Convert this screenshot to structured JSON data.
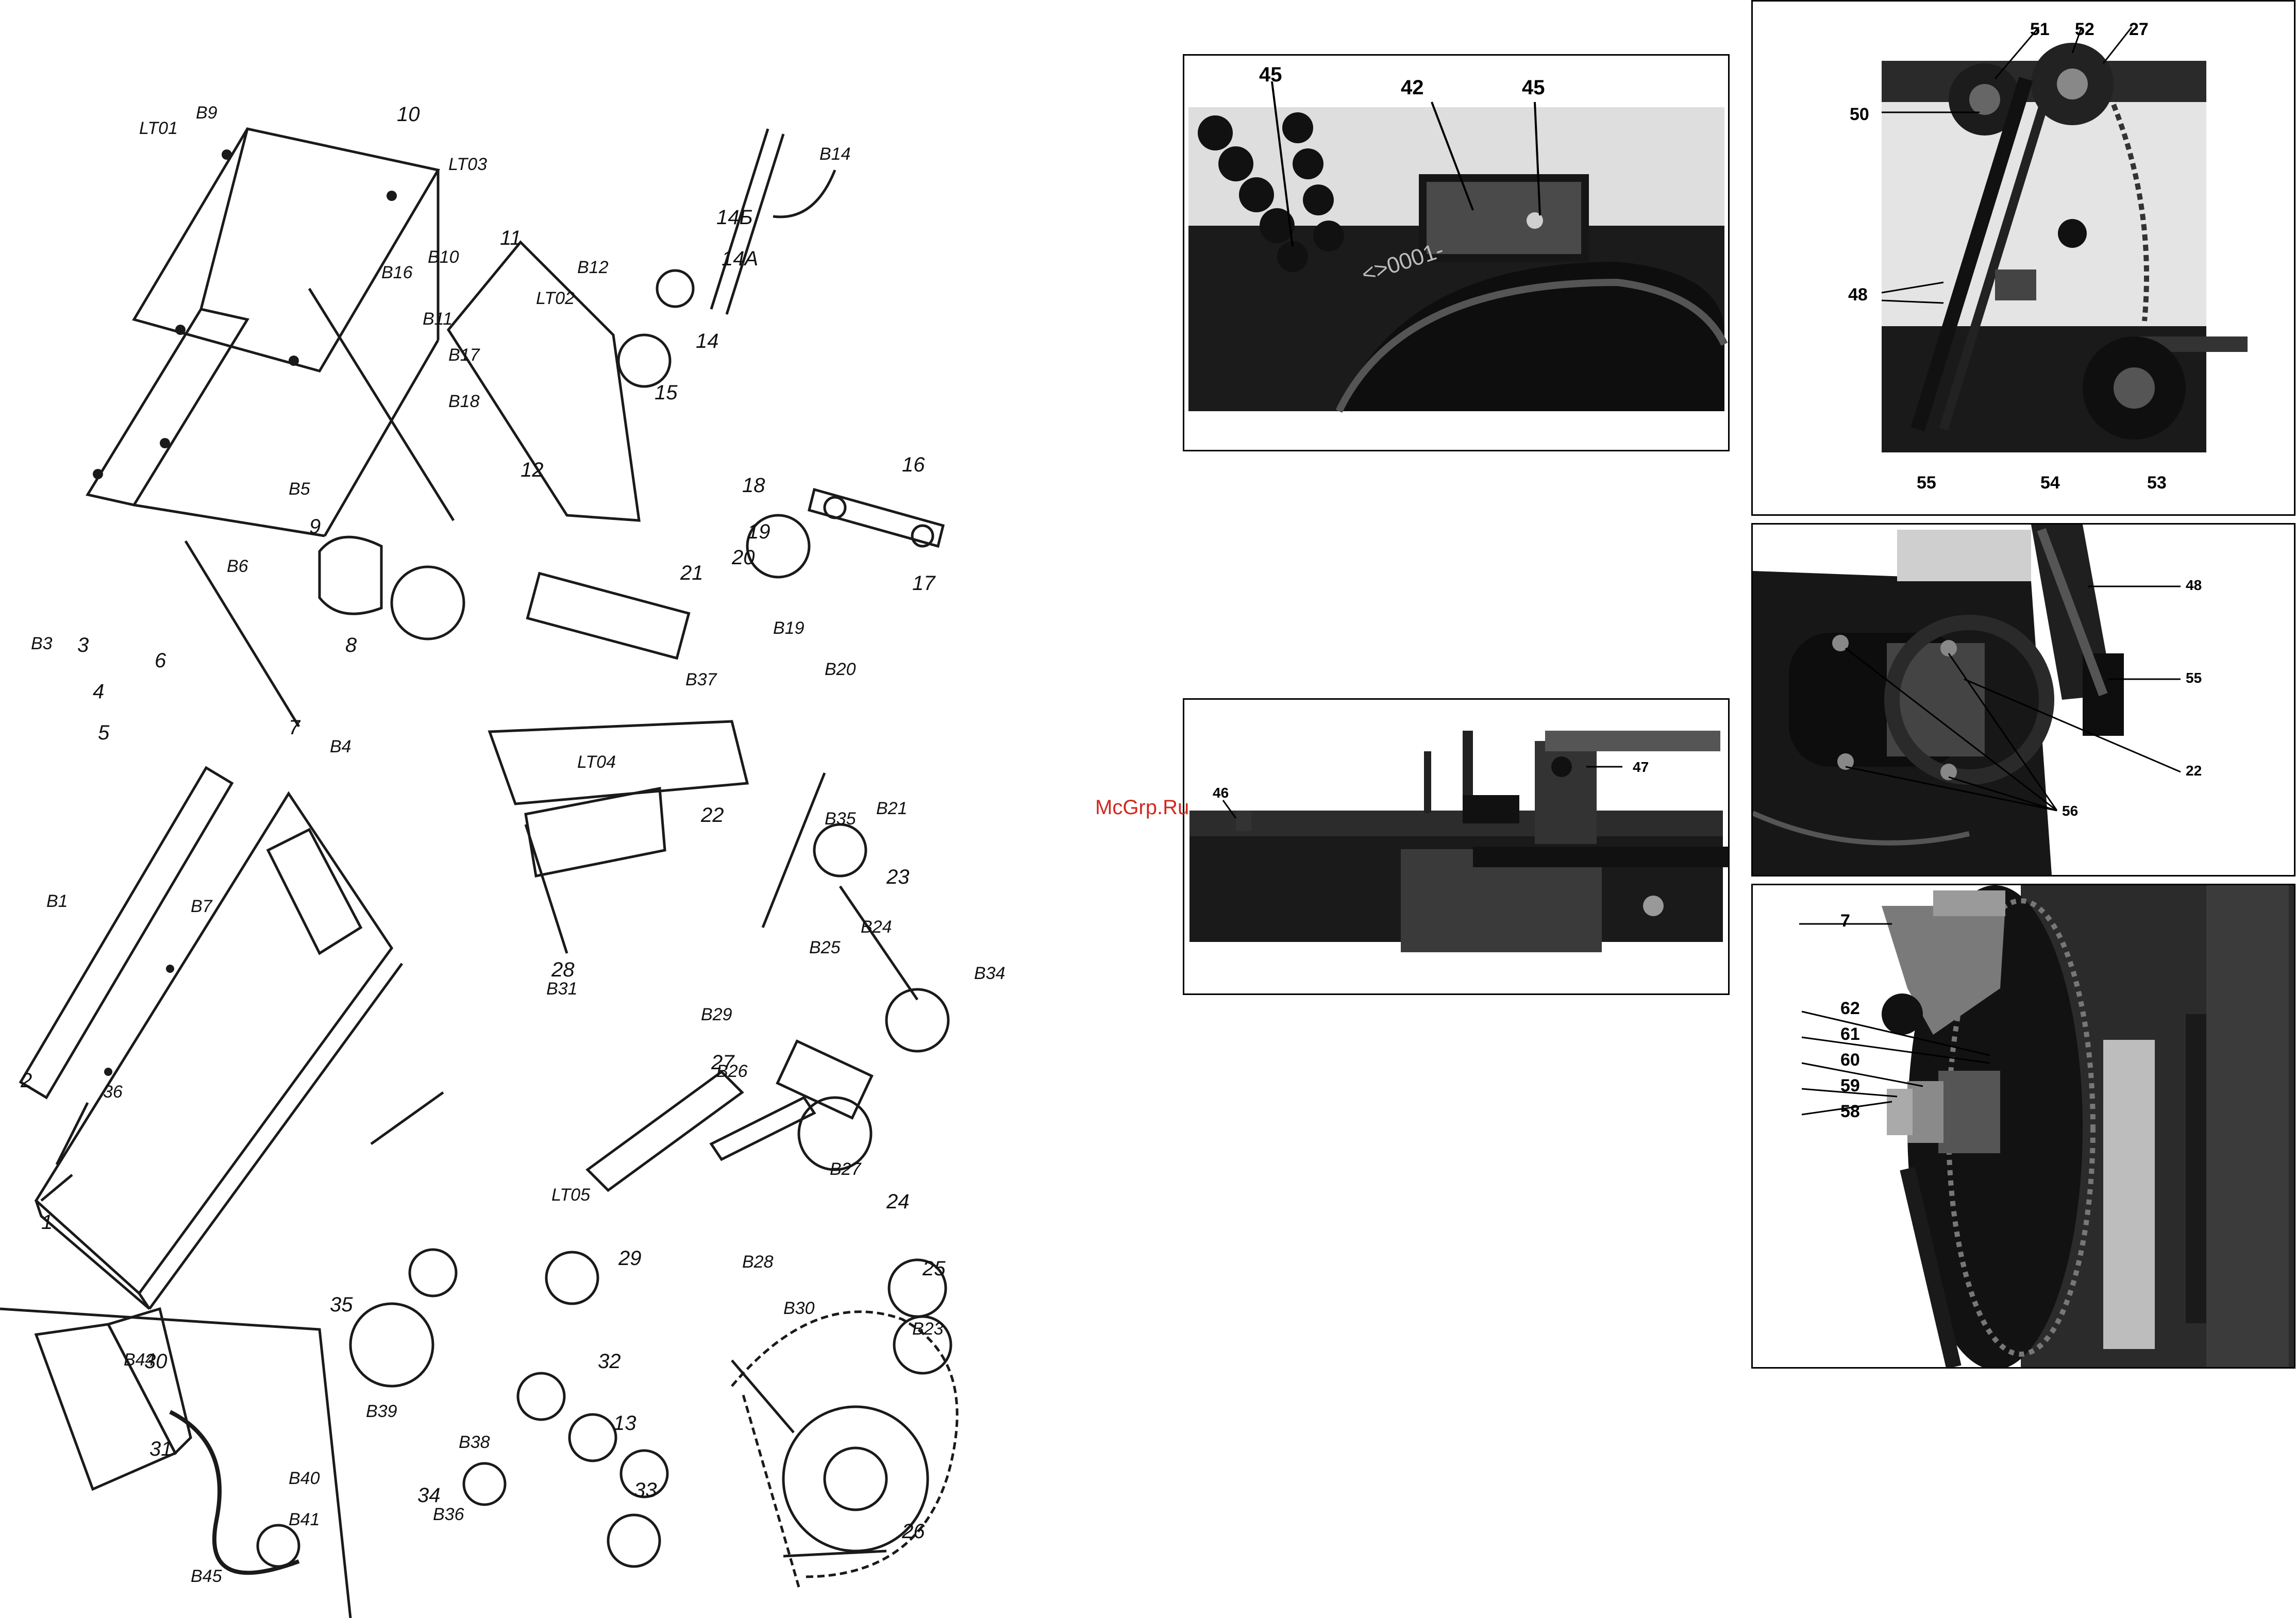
{
  "watermark": "McGrp.Ru",
  "diagram": {
    "labels": [
      "1",
      "2",
      "3",
      "4",
      "5",
      "6",
      "7",
      "8",
      "9",
      "10",
      "11",
      "12",
      "13",
      "14",
      "14A",
      "14Б",
      "15",
      "16",
      "17",
      "18",
      "19",
      "20",
      "21",
      "22",
      "23",
      "24",
      "25",
      "26",
      "27",
      "28",
      "29",
      "30",
      "31",
      "32",
      "33",
      "34",
      "35",
      "36",
      "B1",
      "B3",
      "B4",
      "B5",
      "B6",
      "B7",
      "B9",
      "B10",
      "B11",
      "B12",
      "B14",
      "B16",
      "B17",
      "B18",
      "B19",
      "B20",
      "B21",
      "B23",
      "B24",
      "B25",
      "B26",
      "B27",
      "B28",
      "B29",
      "B30",
      "B31",
      "B34",
      "B35",
      "B36",
      "B37",
      "B38",
      "B39",
      "B40",
      "B41",
      "B44",
      "B45",
      "LT01",
      "LT02",
      "LT03",
      "LT04",
      "LT05"
    ]
  },
  "photos": {
    "top_center": [
      "45",
      "42",
      "45"
    ],
    "top_right": [
      "51",
      "52",
      "27",
      "50",
      "48",
      "55",
      "54",
      "53"
    ],
    "middle_center": [
      "46",
      "47"
    ],
    "middle_right": [
      "48",
      "55",
      "22",
      "56"
    ],
    "bottom_right": [
      "7",
      "62",
      "61",
      "60",
      "59",
      "58"
    ]
  }
}
